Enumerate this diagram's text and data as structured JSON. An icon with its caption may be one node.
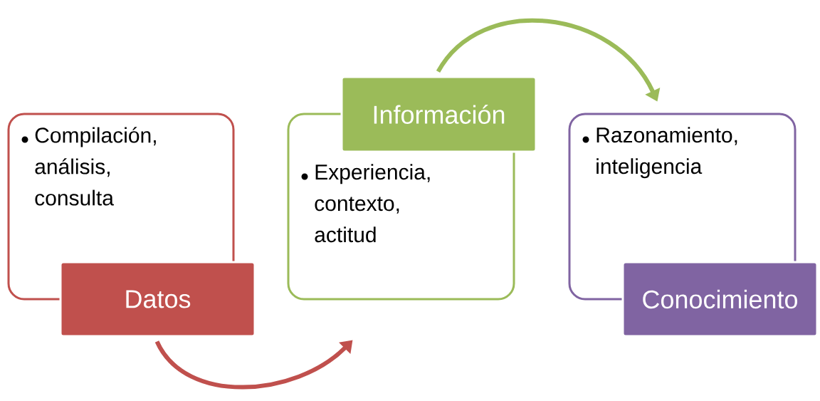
{
  "diagram": {
    "nodes": [
      {
        "text": [
          "Compilación, análisis, consulta"
        ]
      },
      {
        "text": [
          "Datos"
        ]
      },
      {
        "text": [
          "Experiencia, contexto, actitud"
        ]
      },
      {
        "text": [
          "Información"
        ]
      },
      {
        "text": [
          "Razonamiento, inteligencia"
        ]
      },
      {
        "text": [
          "Conocimiento"
        ]
      }
    ],
    "edges": [
      {
        "from": 1,
        "to": 2,
        "arrow": "to",
        "color": "#c0504d"
      },
      {
        "from": 3,
        "to": 4,
        "arrow": "to",
        "color": "#9bbb59"
      }
    ]
  }
}
